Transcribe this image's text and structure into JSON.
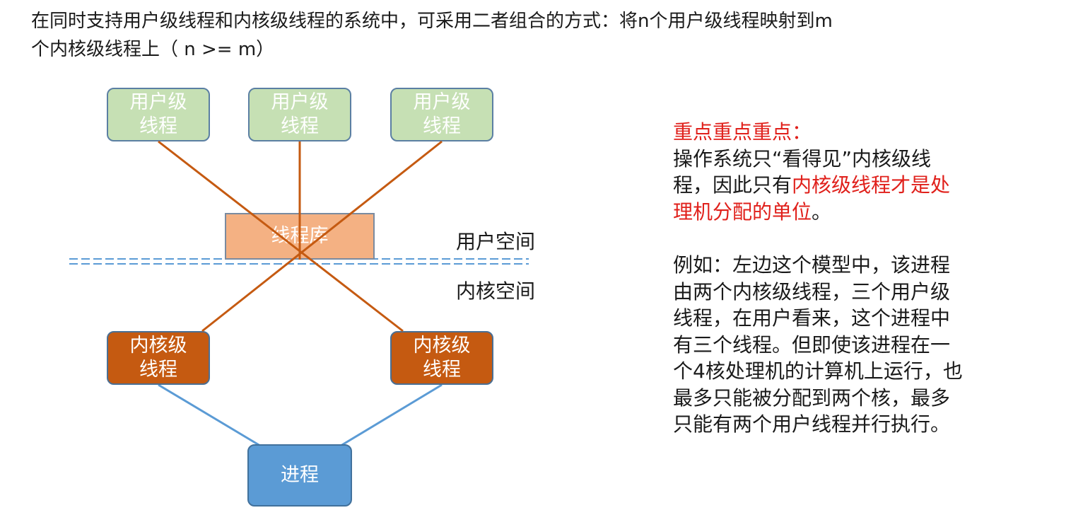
{
  "intro": {
    "line1": "在同时支持用户级线程和内核级线程的系统中，可采用二者组合的方式：将n个用户级线程映射到m",
    "line2": "个内核级线程上（ n >= m）"
  },
  "diagram": {
    "user_threads": [
      {
        "line1": "用户级",
        "line2": "线程"
      },
      {
        "line1": "用户级",
        "line2": "线程"
      },
      {
        "line1": "用户级",
        "line2": "线程"
      }
    ],
    "thread_library": "线程库",
    "user_space": "用户空间",
    "kernel_space": "内核空间",
    "kernel_threads": [
      {
        "line1": "内核级",
        "line2": "线程"
      },
      {
        "line1": "内核级",
        "line2": "线程"
      }
    ],
    "process": "进程",
    "colors": {
      "user_thread": "#c6e0b4",
      "thread_library": "#f4b183",
      "kernel_thread": "#c55a11",
      "process": "#5b9bd5",
      "mapping_line": "#c55a11",
      "process_line": "#5b9bd5",
      "boundary": "#5b9bd5"
    }
  },
  "notes": {
    "heading": "重点重点重点：",
    "p1_l1": "操作系统只“看得见”内核级线",
    "p1_l2_normal": "程，因此只有",
    "p1_l2_red": "内核级线程才是处",
    "p1_l3_red": "理机分配的单位",
    "p1_l3_normal": "。",
    "p2_lines": [
      "例如：左边这个模型中，该进程",
      "由两个内核级线程，三个用户级",
      "线程，在用户看来，这个进程中",
      "有三个线程。但即使该进程在一",
      "个4核处理机的计算机上运行，也",
      "最多只能被分配到两个核，最多",
      "只能有两个用户线程并行执行。"
    ]
  }
}
